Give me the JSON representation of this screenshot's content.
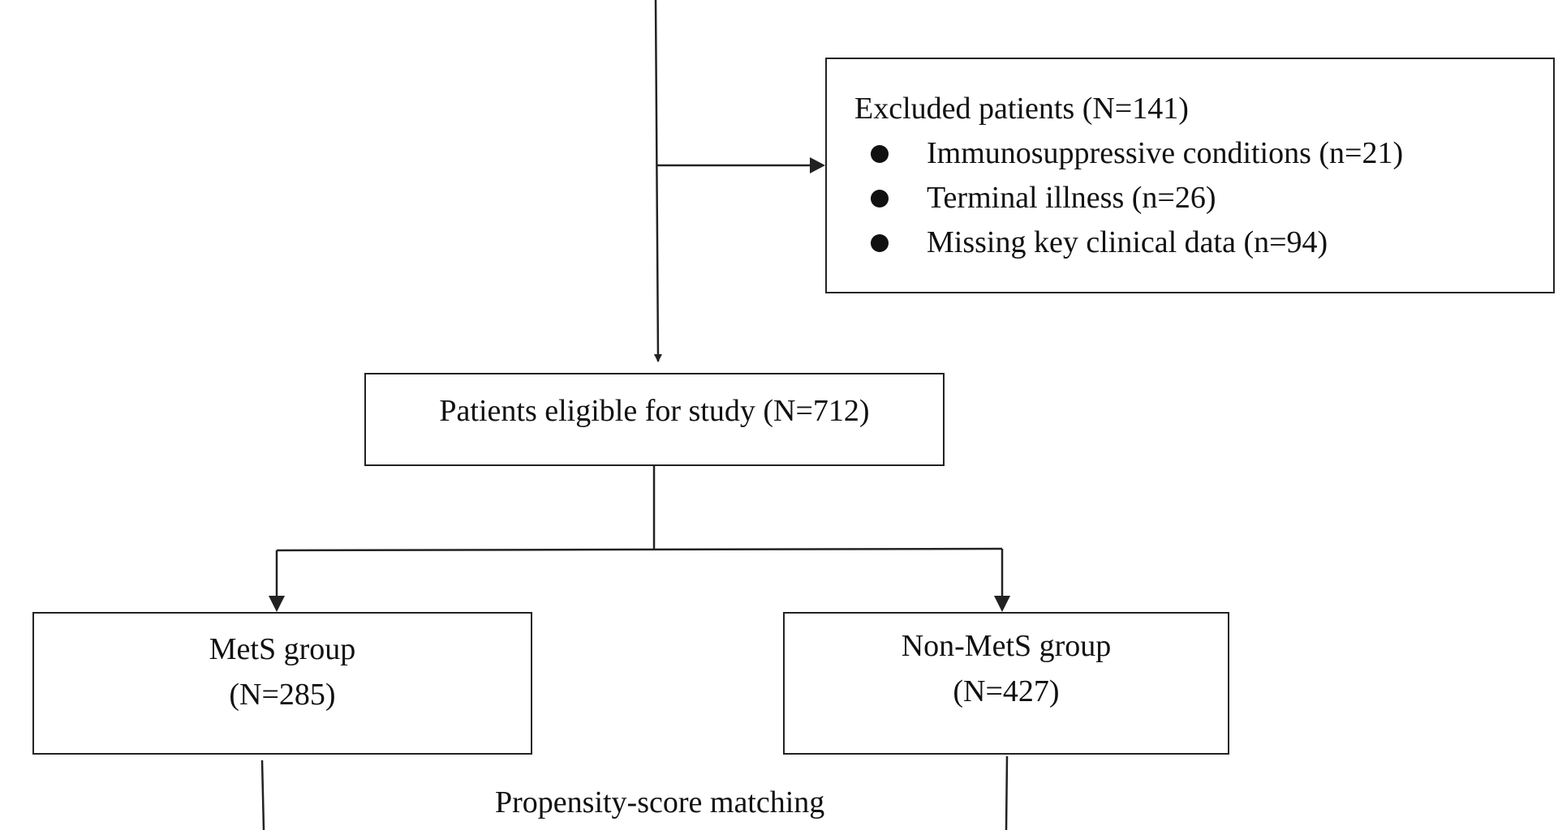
{
  "excluded": {
    "title": "Excluded patients (N=141)",
    "items": [
      "Immunosuppressive conditions (n=21)",
      "Terminal illness (n=26)",
      "Missing key clinical data (n=94)"
    ]
  },
  "eligible": {
    "label": "Patients eligible for study (N=712)"
  },
  "mets": {
    "title": "MetS group",
    "count": "(N=285)"
  },
  "nonmets": {
    "title": "Non-MetS group",
    "count": "(N=427)"
  },
  "matching": {
    "label": "Propensity-score matching"
  },
  "colors": {
    "line": "#222222",
    "text": "#111111",
    "background": "#ffffff"
  }
}
